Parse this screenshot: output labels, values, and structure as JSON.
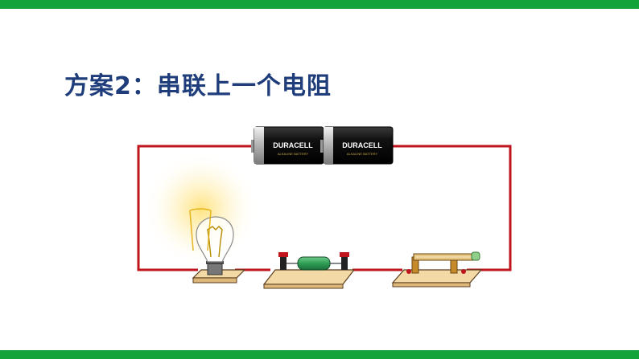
{
  "slide": {
    "title": "方案2：串联上一个电阻",
    "brand_color": "#12A33A",
    "title_color": "#1F3D7A"
  },
  "circuit": {
    "wire_color": "#C0141C",
    "batteries": [
      {
        "name": "battery-left",
        "brand": "DURACELL",
        "sub": "ALKALINE BATTERY"
      },
      {
        "name": "battery-right",
        "brand": "DURACELL",
        "sub": "ALKALINE BATTERY"
      }
    ],
    "components": [
      "light-bulb",
      "resistor",
      "knife-switch"
    ]
  }
}
